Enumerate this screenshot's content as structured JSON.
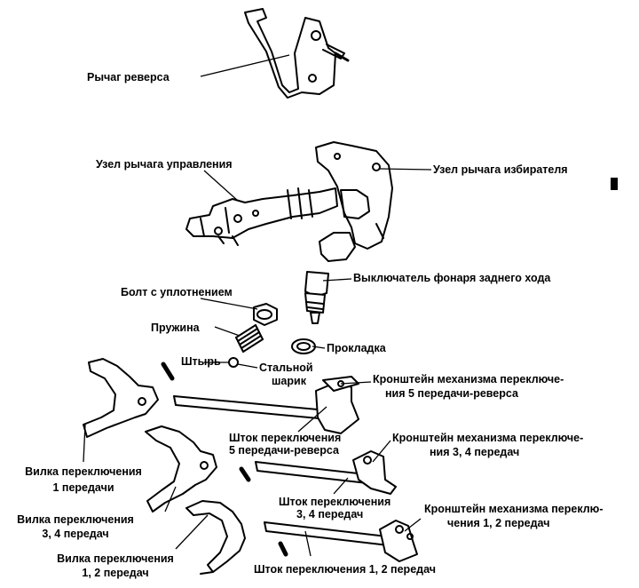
{
  "diagram": {
    "title": "Gearshift mechanism exploded view",
    "labels": {
      "reverse_lever": "Рычаг реверса",
      "control_lever_assembly": "Узел рычага управления",
      "selector_lever_assembly": "Узел рычага избирателя",
      "reverse_light_switch": "Выключатель фонаря заднего хода",
      "sealed_bolt": "Болт с уплотнением",
      "spring": "Пружина",
      "gasket": "Прокладка",
      "pin": "Штырь",
      "steel_ball_line1": "Стальной",
      "steel_ball_line2": "шарик",
      "bracket_5r_line1": "Кронштейн механизма переключе-",
      "bracket_5r_line2": "ния 5 передачи-реверса",
      "rod_5r_line1": "Шток переключения",
      "rod_5r_line2": "5 передачи-реверса",
      "bracket_34_line1": "Кронштейн механизма переключе-",
      "bracket_34_line2": "ния 3, 4 передач",
      "fork_1_line1": "Вилка переключения",
      "fork_1_line2": "1 передачи",
      "rod_34_line1": "Шток переключения",
      "rod_34_line2": "3, 4 передач",
      "fork_34_line1": "Вилка переключения",
      "fork_34_line2": "3, 4 передач",
      "bracket_12_line1": "Кронштейн механизма переклю-",
      "bracket_12_line2": "чения 1, 2 передач",
      "fork_12_line1": "Вилка переключения",
      "fork_12_line2": "1, 2 передач",
      "rod_12": "Шток переключения 1, 2 передач"
    }
  }
}
